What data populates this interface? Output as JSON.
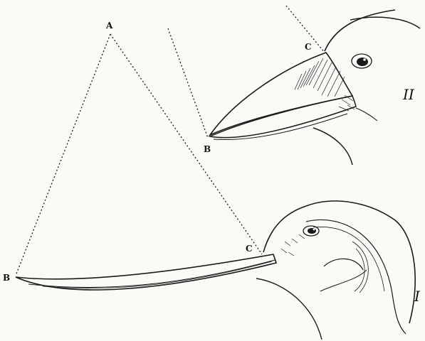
{
  "labels": {
    "apex": "A",
    "point_b_lower": "B",
    "point_c_lower": "C",
    "point_b_upper": "B",
    "point_c_upper": "C",
    "figure_upper": "II",
    "figure_lower": "I"
  }
}
